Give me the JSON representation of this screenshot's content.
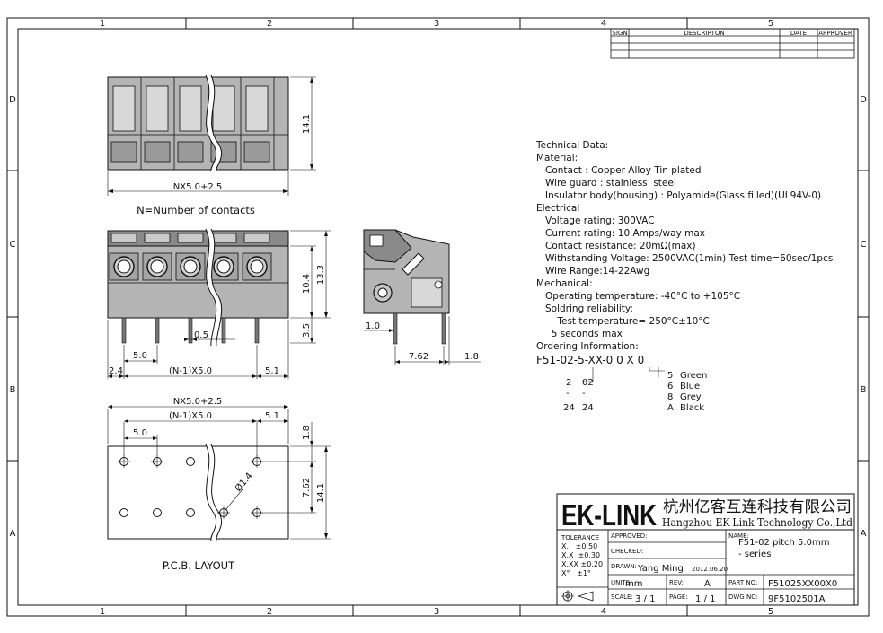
{
  "border": {
    "top_zones": [
      "1",
      "2",
      "3",
      "4",
      "5"
    ],
    "bottom_zones": [
      "1",
      "2",
      "3",
      "4",
      "5"
    ],
    "left_zones": [
      "D",
      "C",
      "B",
      "A"
    ],
    "right_zones": [
      "D",
      "C",
      "B",
      "A"
    ]
  },
  "revision_table": {
    "headers": [
      "SIGN",
      "DESCRIPTON",
      "DATE",
      "APPROVER"
    ]
  },
  "views": {
    "top_width": "NX5.0+2.5",
    "top_height": "14.1",
    "n_note": "N=Number of contacts",
    "front_h1": "10.4",
    "front_h2": "13.3",
    "front_pin": "3.5",
    "front_pitch": "5.0",
    "front_gap": "0.5",
    "front_left": "2.4",
    "front_mid": "(N-1)X5.0",
    "front_right": "5.1",
    "side_pin": "1.0",
    "side_w1": "7.62",
    "side_w2": "1.8",
    "pcb_total": "NX5.0+2.5",
    "pcb_mid": "(N-1)X5.0",
    "pcb_right": "5.1",
    "pcb_pitch": "5.0",
    "pcb_v1": "1.8",
    "pcb_v2": "7.62",
    "pcb_v3": "14.1",
    "pcb_hole": "Ø1.4",
    "pcb_title": "P.C.B.  LAYOUT"
  },
  "tech": {
    "lines": [
      "Technical Data:",
      "Material:",
      "   Contact : Copper Alloy Tin plated",
      "   Wire guard : stainless  steel",
      "   Insulator body(housing) : Polyamide(Glass filled)(UL94V-0)",
      "Electrical",
      "   Voltage rating: 300VAC",
      "   Current rating: 10 Amps/way max",
      "   Contact resistance: 20mΩ(max)",
      "   Withstanding Voltage: 2500VAC(1min) Test time=60sec/1pcs",
      "   Wire Range:14-22Awg",
      "Mechanical:",
      "   Operating temperature: -40°C to +105°C",
      "   Soldring reliability:",
      "       Test temperature= 250°C±10°C",
      "     5 seconds max",
      "Ordering Information:"
    ],
    "order_code": "F51-02-5-XX-0 0 X 0",
    "poles": [
      [
        "2",
        "02"
      ],
      [
        "-",
        "-"
      ],
      [
        "24",
        "24"
      ]
    ],
    "colors": [
      [
        "5",
        "Green"
      ],
      [
        "6",
        "Blue"
      ],
      [
        "8",
        "Grey"
      ],
      [
        "A",
        "Black"
      ]
    ]
  },
  "title_block": {
    "logo": "EK-LINK",
    "company_cn": "杭州亿客互连科技有限公司",
    "company_en": "Hangzhou EK-Link Technology Co.,Ltd",
    "tolerance_label": "TOLERANCE",
    "tolerances": [
      "X.   ±0.50",
      "X.X  ±0.30",
      "X.XX ±0.20",
      "X°   ±1°"
    ],
    "approved_label": "APPROVED:",
    "checked_label": "CHECKED:",
    "drawn_label": "DRAWN:",
    "drawn_by": "Yang Ming",
    "drawn_date": "2012.06.20",
    "units_label": "UNITS:",
    "units": "mm",
    "rev_label": "REV:",
    "rev": "A",
    "scale_label": "SCALE:",
    "scale": "3 / 1",
    "page_label": "PAGE:",
    "page": "1 / 1",
    "name_label": "NAME:",
    "name_1": "F51-02  pitch 5.0mm",
    "name_2": "- series",
    "part_label": "PART NO:",
    "part_no": "F51025XX00X0",
    "dwg_label": "DWG NO:",
    "dwg_no": "9F5102501A"
  }
}
